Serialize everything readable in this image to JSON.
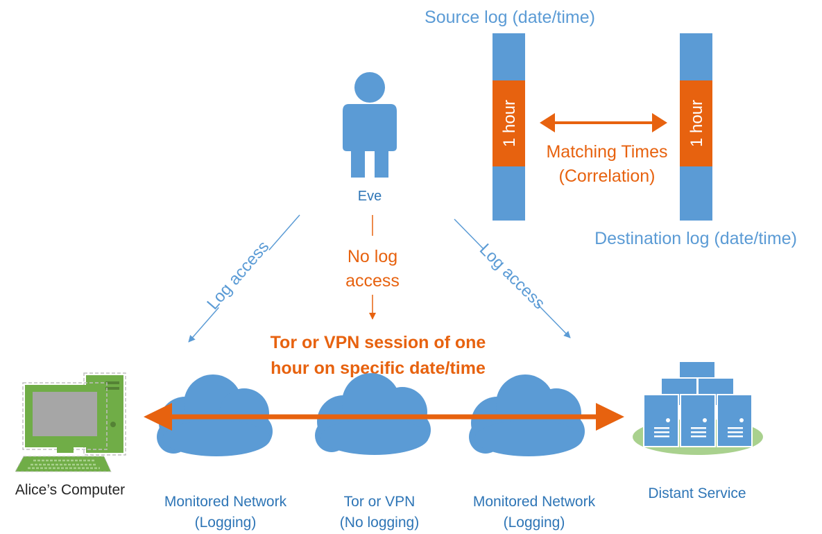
{
  "labels": {
    "source_log": "Source log (date/time)",
    "destination_log": "Destination log (date/time)",
    "source_hour": "1 hour",
    "destination_hour": "1 hour",
    "matching_line1": "Matching Times",
    "matching_line2": "(Correlation)",
    "eve": "Eve",
    "log_access_left": "Log access",
    "log_access_right": "Log access",
    "no_log_line1": "No log",
    "no_log_line2": "access",
    "session_line1": "Tor or VPN session of one",
    "session_line2": "hour on specific date/time",
    "alice": "Alice’s Computer",
    "distant": "Distant Service",
    "net_left_line1": "Monitored Network",
    "net_left_line2": "(Logging)",
    "tor_line1": "Tor or VPN",
    "tor_line2": "(No logging)",
    "net_right_line1": "Monitored Network",
    "net_right_line2": "(Logging)"
  },
  "icons": {
    "eve": "person-icon",
    "alice": "desktop-computer-icon",
    "distant": "server-cluster-icon",
    "cloud": "cloud-icon"
  },
  "colors": {
    "blue": "#5b9bd5",
    "blue_dark": "#2e75b6",
    "orange": "#e7620f",
    "green": "#70ad47",
    "green_light": "#a9d18e",
    "screen_gray": "#a6a6a6"
  }
}
